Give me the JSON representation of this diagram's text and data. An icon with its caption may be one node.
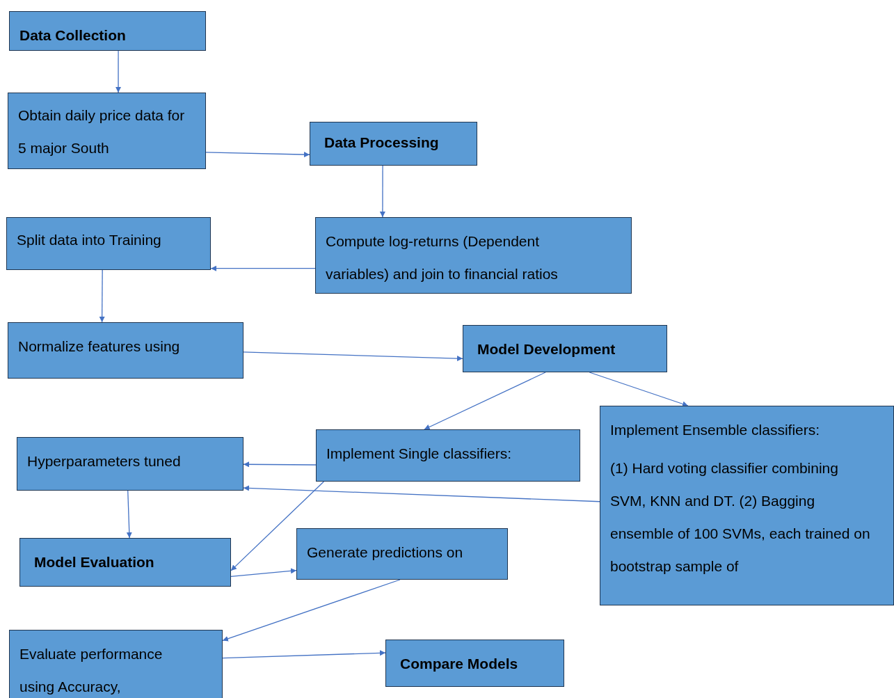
{
  "diagram": {
    "nodes": [
      {
        "text": [
          "Data Collection"
        ]
      },
      {
        "text": [
          "Obtain daily price data for 5 major South"
        ]
      },
      {
        "text": [
          "Data Processing"
        ]
      },
      {
        "text": [
          "Compute log-returns (Dependent variables) and join to financial ratios"
        ]
      },
      {
        "text": [
          "Split data into Training"
        ]
      },
      {
        "text": [
          "Normalize features using"
        ]
      },
      {
        "text": [
          "Model Development"
        ]
      },
      {
        "text": [
          "Implement Single classifiers:"
        ]
      },
      {
        "text": [
          "Implement Ensemble classifiers:",
          "(1) Hard voting classifier combining SVM, KNN and DT. (2) Bagging ensemble of 100 SVMs, each trained on bootstrap sample of"
        ]
      },
      {
        "text": [
          "Hyperparameters tuned"
        ]
      },
      {
        "text": [
          "Model Evaluation"
        ]
      },
      {
        "text": [
          "Generate predictions on"
        ]
      },
      {
        "text": [
          "Evaluate performance using Accuracy,"
        ]
      },
      {
        "text": [
          "Compare Models"
        ]
      }
    ],
    "edges": [
      {
        "from": 0,
        "to": 1,
        "arrow": "to"
      },
      {
        "from": 1,
        "to": 2,
        "arrow": "to"
      },
      {
        "from": 2,
        "to": 3,
        "arrow": "to"
      },
      {
        "from": 3,
        "to": 4,
        "arrow": "to"
      },
      {
        "from": 4,
        "to": 5,
        "arrow": "to"
      },
      {
        "from": 5,
        "to": 6,
        "arrow": "to"
      },
      {
        "from": 6,
        "to": 7,
        "arrow": "to"
      },
      {
        "from": 6,
        "to": 8,
        "arrow": "to"
      },
      {
        "from": 7,
        "to": 9,
        "arrow": "to"
      },
      {
        "from": 8,
        "to": 9,
        "arrow": "to"
      },
      {
        "from": 9,
        "to": 10,
        "arrow": "to"
      },
      {
        "from": 7,
        "to": 10,
        "arrow": "to"
      },
      {
        "from": 10,
        "to": 11,
        "arrow": "to"
      },
      {
        "from": 11,
        "to": 12,
        "arrow": "to"
      },
      {
        "from": 12,
        "to": 13,
        "arrow": "to"
      }
    ]
  }
}
